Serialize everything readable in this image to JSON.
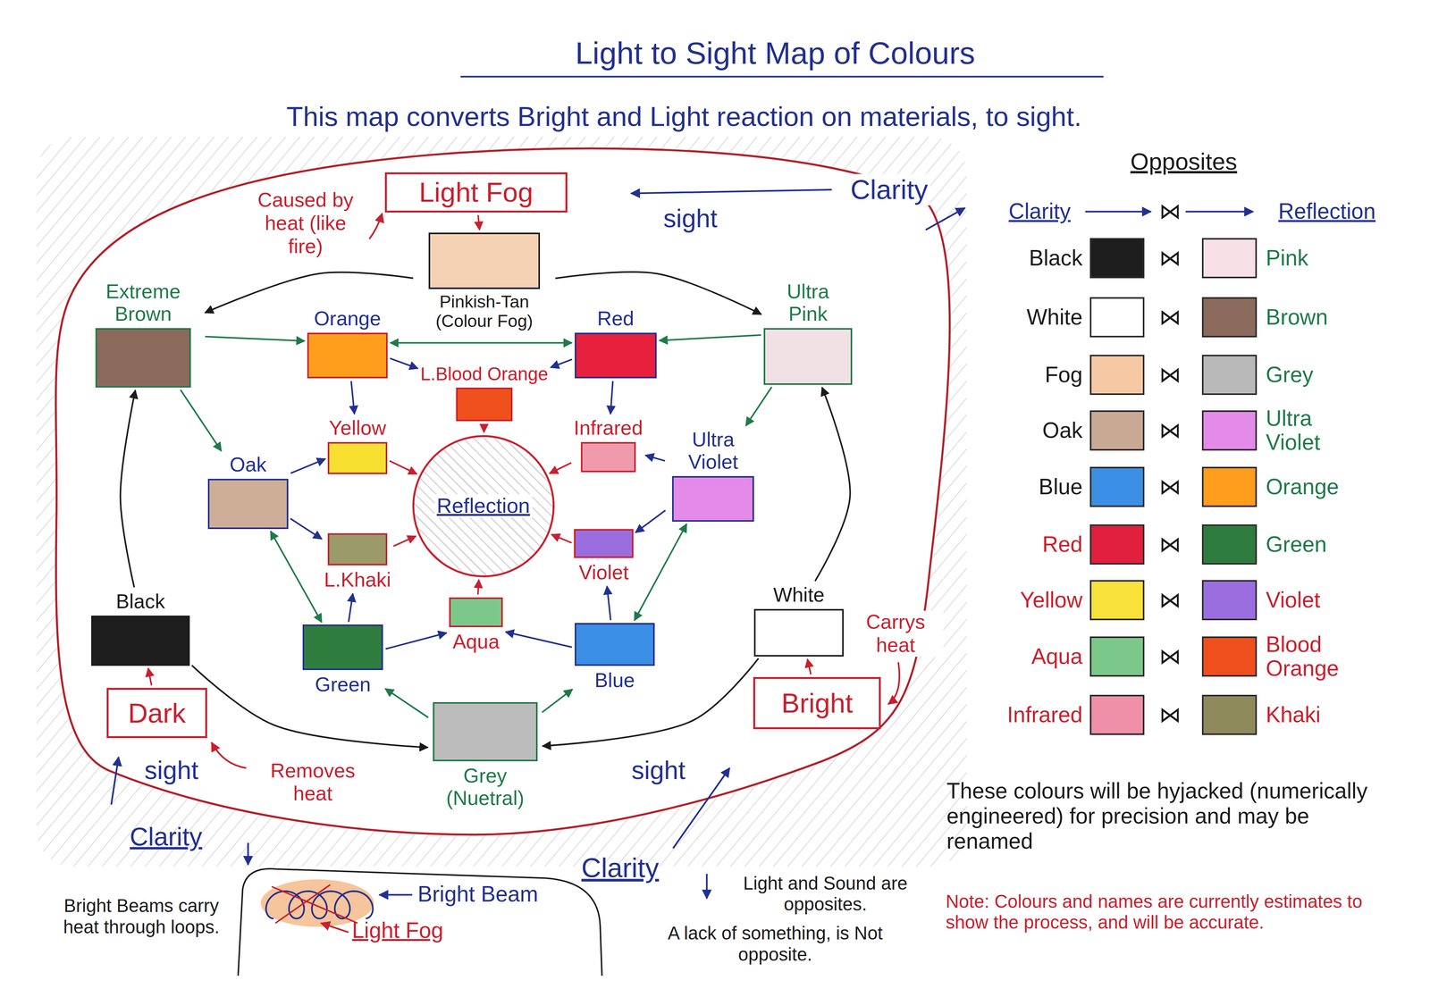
{
  "diagram": {
    "title": "Light to Sight Map of Colours",
    "nodes": [
      {
        "text": [
          "Light Fog"
        ]
      },
      {
        "text": [
          "Pinkish-Tan (Colour Fog)"
        ]
      },
      {
        "text": [
          "Extreme Brown"
        ]
      },
      {
        "text": [
          "Orange"
        ]
      },
      {
        "text": [
          "Red"
        ]
      },
      {
        "text": [
          "Ultra Pink"
        ]
      },
      {
        "text": [
          "L.Blood Orange"
        ]
      },
      {
        "text": [
          "Yellow"
        ]
      },
      {
        "text": [
          "Infrared"
        ]
      },
      {
        "text": [
          "Oak"
        ]
      },
      {
        "text": [
          "Reflection"
        ]
      },
      {
        "text": [
          "Ultra Violet"
        ]
      },
      {
        "text": [
          "L.Khaki"
        ]
      },
      {
        "text": [
          "Violet"
        ]
      },
      {
        "text": [
          "Black"
        ]
      },
      {
        "text": [
          "Aqua"
        ]
      },
      {
        "text": [
          "Green"
        ]
      },
      {
        "text": [
          "Blue"
        ]
      },
      {
        "text": [
          "White"
        ]
      },
      {
        "text": [
          "Grey (Nuetral)"
        ]
      },
      {
        "text": [
          "Dark"
        ]
      },
      {
        "text": [
          "Bright"
        ]
      },
      {
        "text": [
          "Bright Beam",
          "Light Fog"
        ]
      }
    ],
    "edges": [
      {
        "from": 0,
        "to": 1,
        "arrow": "to"
      },
      {
        "from": 1,
        "to": 2,
        "arrow": "to"
      },
      {
        "from": 1,
        "to": 5,
        "arrow": "to"
      },
      {
        "from": 3,
        "to": 4,
        "arrow": "both"
      },
      {
        "from": 2,
        "to": 3,
        "arrow": "to"
      },
      {
        "from": 5,
        "to": 4,
        "arrow": "to"
      },
      {
        "from": 3,
        "to": 6,
        "arrow": "to"
      },
      {
        "from": 4,
        "to": 6,
        "arrow": "to"
      },
      {
        "from": 3,
        "to": 7,
        "arrow": "to"
      },
      {
        "from": 4,
        "to": 8,
        "arrow": "to"
      },
      {
        "from": 6,
        "to": 10,
        "arrow": "to"
      },
      {
        "from": 2,
        "to": 9,
        "arrow": "to"
      },
      {
        "from": 5,
        "to": 11,
        "arrow": "to"
      },
      {
        "from": 9,
        "to": 7,
        "arrow": "to"
      },
      {
        "from": 9,
        "to": 12,
        "arrow": "to"
      },
      {
        "from": 7,
        "to": 10,
        "arrow": "to"
      },
      {
        "from": 12,
        "to": 10,
        "arrow": "to"
      },
      {
        "from": 8,
        "to": 10,
        "arrow": "to"
      },
      {
        "from": 13,
        "to": 10,
        "arrow": "to"
      },
      {
        "from": 15,
        "to": 10,
        "arrow": "to"
      },
      {
        "from": 11,
        "to": 8,
        "arrow": "to"
      },
      {
        "from": 11,
        "to": 13,
        "arrow": "to"
      },
      {
        "from": 9,
        "to": 16,
        "arrow": "both"
      },
      {
        "from": 11,
        "to": 17,
        "arrow": "both"
      },
      {
        "from": 16,
        "to": 12,
        "arrow": "to"
      },
      {
        "from": 16,
        "to": 15,
        "arrow": "to"
      },
      {
        "from": 17,
        "to": 15,
        "arrow": "to"
      },
      {
        "from": 17,
        "to": 13,
        "arrow": "to"
      },
      {
        "from": 19,
        "to": 16,
        "arrow": "to"
      },
      {
        "from": 19,
        "to": 17,
        "arrow": "to"
      },
      {
        "from": 14,
        "to": 2,
        "arrow": "to"
      },
      {
        "from": 18,
        "to": 5,
        "arrow": "to"
      },
      {
        "from": 14,
        "to": 19,
        "arrow": "to"
      },
      {
        "from": 18,
        "to": 19,
        "arrow": "to"
      },
      {
        "from": 20,
        "to": 14,
        "arrow": "to"
      },
      {
        "from": 21,
        "to": 18,
        "arrow": "to"
      }
    ],
    "labels": [
      "This map converts Bright and Light reaction on materials, to sight.",
      "Caused by heat (like fire)",
      "sight",
      "Clarity",
      "Carrys heat",
      "Removes heat",
      "sight",
      "Clarity",
      "Bright Beams carry heat through loops.",
      "sight",
      "Clarity",
      "Light and Sound are opposites.",
      "A lack of something, is Not opposite.",
      "These colours will be hyjacked (numerically engineered) for precision and may be renamed",
      "Note: Colours and names are currently estimates to show the process, and will be accurate.",
      "Opposites",
      "Clarity",
      "⋈",
      "Reflection",
      "⋈",
      "⋈",
      "⋈",
      "⋈",
      "⋈",
      "⋈",
      "⋈",
      "⋈",
      "⋈"
    ],
    "legend": [
      {
        "text": "Black",
        "color": "#1e1e1e"
      },
      {
        "text": "White",
        "color": "#ffffff"
      },
      {
        "text": "Fog",
        "color": "#f6c9a4"
      },
      {
        "text": "Oak",
        "color": "#c9a994"
      },
      {
        "text": "Blue",
        "color": "#3b8fe4"
      },
      {
        "text": "Red",
        "color": "#e0203c"
      },
      {
        "text": "Yellow",
        "color": "#f7e13a"
      },
      {
        "text": "Aqua",
        "color": "#7cc88a"
      },
      {
        "text": "Infrared",
        "color": "#f08fa8"
      },
      {
        "text": "Pink",
        "color": "#f7e0e6"
      },
      {
        "text": "Brown",
        "color": "#8b6a5c"
      },
      {
        "text": "Grey",
        "color": "#b9b9b9"
      },
      {
        "text": "Ultra Violet",
        "color": "#e48ae8"
      },
      {
        "text": "Orange",
        "color": "#ff9d1c"
      },
      {
        "text": "Green",
        "color": "#2f7d3e"
      },
      {
        "text": "Violet",
        "color": "#9b6ee0"
      },
      {
        "text": "Blood Orange",
        "color": "#f0501c"
      },
      {
        "text": "Khaki",
        "color": "#8f8a5c"
      }
    ]
  }
}
